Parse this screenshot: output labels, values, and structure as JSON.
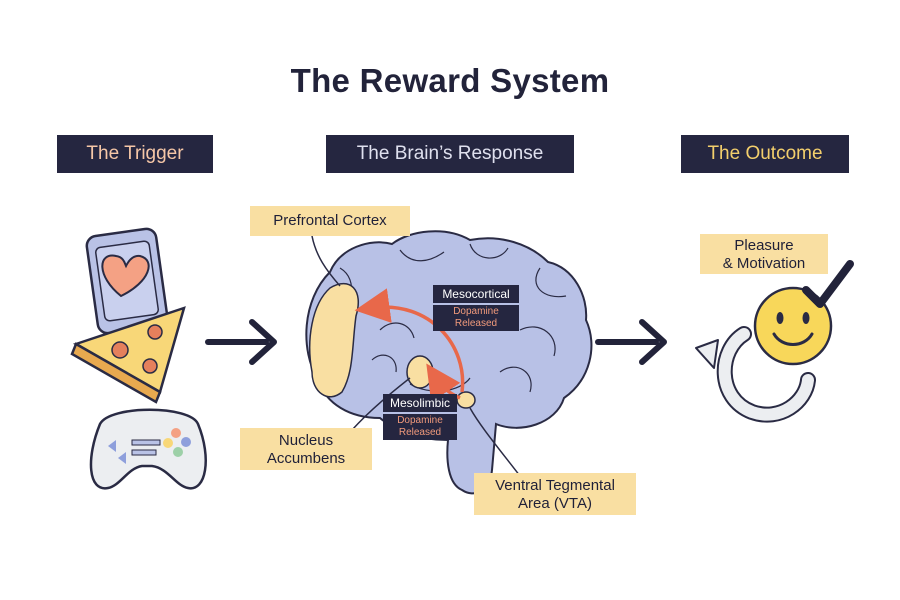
{
  "title": "The Reward System",
  "headers": {
    "trigger": "The Trigger",
    "brain": "The Brain’s Response",
    "outcome": "The Outcome"
  },
  "labels": {
    "prefrontal_cortex": "Prefrontal Cortex",
    "nucleus_accumbens_line1": "Nucleus",
    "nucleus_accumbens_line2": "Accumbens",
    "vta_line1": "Ventral Tegmental",
    "vta_line2": "Area (VTA)",
    "pleasure_line1": "Pleasure",
    "pleasure_line2": "& Motivation"
  },
  "pathways": {
    "mesocortical": "Mesocortical",
    "mesolimbic": "Mesolimbic",
    "dopamine_line1": "Dopamine",
    "dopamine_line2": "Released"
  },
  "colors": {
    "navy": "#252640",
    "label_yellow": "#f9dfa2",
    "brain_blue": "#b8c1e6",
    "dopamine_arrow": "#e8684a",
    "smiley_yellow": "#f8d75a"
  },
  "icons": [
    "phone-heart-icon",
    "pizza-icon",
    "gamepad-icon",
    "smiley-icon",
    "checkmark-icon",
    "cycle-arrow-icon"
  ]
}
